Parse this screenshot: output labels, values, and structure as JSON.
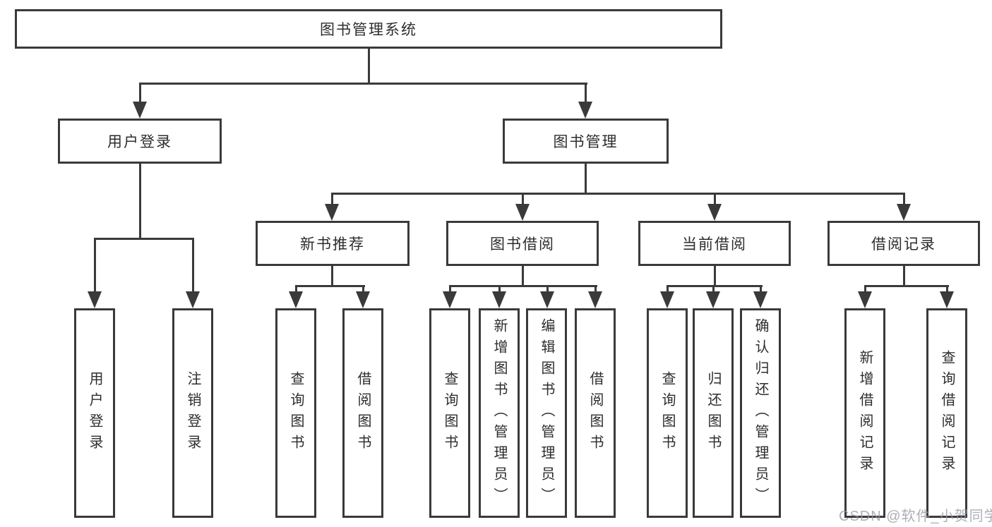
{
  "tree": {
    "root": "图书管理系统",
    "children": [
      {
        "label": "用户登录",
        "children": [
          "用户登录",
          "注销登录"
        ]
      },
      {
        "label": "图书管理",
        "children": [
          {
            "label": "新书推荐",
            "children": [
              "查询图书",
              "借阅图书"
            ]
          },
          {
            "label": "图书借阅",
            "children": [
              "查询图书",
              "新增图书（管理员）",
              "编辑图书（管理员）",
              "借阅图书"
            ]
          },
          {
            "label": "当前借阅",
            "children": [
              "查询图书",
              "归还图书",
              "确认归还（管理员）"
            ]
          },
          {
            "label": "借阅记录",
            "children": [
              "新增借阅记录",
              "查询借阅记录"
            ]
          }
        ]
      }
    ]
  },
  "watermark": "CSDN @软件_小贺同学",
  "colors": {
    "line": "#3a3a3a",
    "text": "#2d2d2d",
    "background": "#ffffff",
    "watermark": "#c2c6ca"
  }
}
